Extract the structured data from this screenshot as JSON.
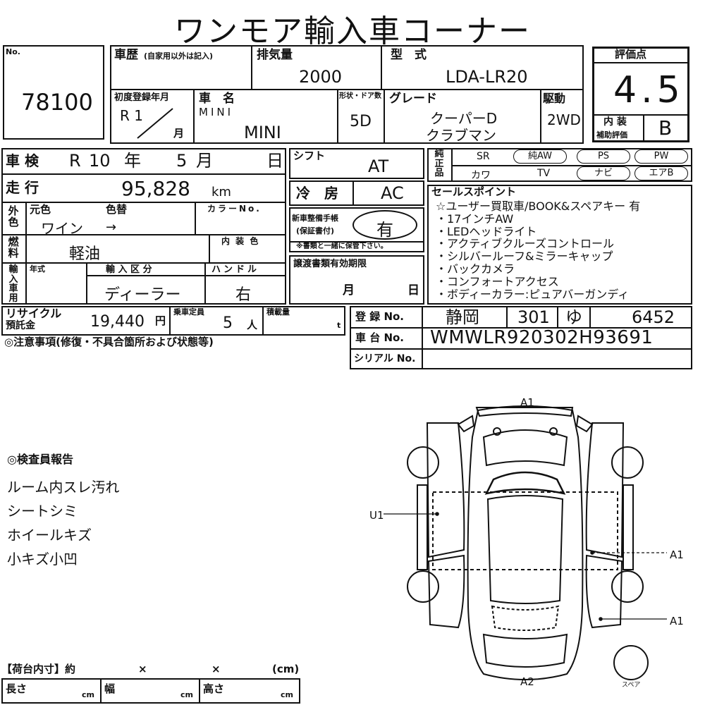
{
  "header": {
    "title": "ワンモア輸入車コーナー"
  },
  "sheet": {
    "no_label": "No.",
    "no_value": "78100",
    "history_label": "車歴",
    "history_note": "(自家用以外は記入)",
    "displacement_label": "排気量",
    "displacement_value": "2000",
    "model_label": "型　式",
    "model_value": "LDA-LR20",
    "first_reg_label": "初度登録年月",
    "first_reg_era": "R 1",
    "first_reg_month_unit": "月",
    "car_name_label": "車　名",
    "car_name_small": "MINI",
    "car_name_value": "MINI",
    "doors_label": "形状・ドア数",
    "doors_value": "5D",
    "grade_label": "グレード",
    "grade_value_1": "クーパーD",
    "grade_value_2": "クラブマン",
    "drive_label": "駆動",
    "drive_value": "2WD",
    "rating_label": "評価点",
    "rating_value": "4.5",
    "interior_label_1": "内 装",
    "interior_label_2": "補助評価",
    "interior_value": "B",
    "inspection_label": "車 検",
    "inspection_era": "R",
    "inspection_year": "10",
    "inspection_year_unit": "年",
    "inspection_month": "5",
    "inspection_month_unit": "月",
    "inspection_day_unit": "日",
    "shift_label": "シフト",
    "shift_value": "AT",
    "mileage_label": "走 行",
    "mileage_value": "95,828",
    "mileage_unit": "km",
    "ac_label": "冷　房",
    "ac_value": "AC",
    "exterior_label": "外色",
    "orig_color_label": "元色",
    "color_change_label": "色替",
    "orig_color_value": "ワイン",
    "arrow": "→",
    "color_no_label": "カラーNo.",
    "manual_label_1": "新車整備手帳",
    "manual_label_2": "(保証書付)",
    "manual_value": "有",
    "manual_note": "※書類と一緒に保管下さい。",
    "fuel_label": "燃料",
    "fuel_value": "軽油",
    "interior_color_label": "内 装 色",
    "import_label": "輸入車用",
    "year_label": "年式",
    "import_type_label": "輸 入 区 分",
    "import_type_value": "ディーラー",
    "handle_label": "ハンドル",
    "handle_value": "右",
    "transfer_label": "譲渡書類有効期限",
    "transfer_month": "月",
    "transfer_day": "日",
    "recycle_label_1": "リサイクル",
    "recycle_label_2": "預託金",
    "recycle_value": "19,440",
    "recycle_unit": "円",
    "capacity_label": "乗車定員",
    "capacity_value": "5",
    "capacity_unit": "人",
    "load_label": "積載量",
    "load_unit": "t",
    "reg_no_label": "登 録 No.",
    "reg_area": "静岡",
    "reg_class": "301",
    "reg_kana": "ゆ",
    "reg_number": "6452",
    "chassis_label": "車 台 No.",
    "chassis_value": "WMWLR920302H93691",
    "serial_label": "シリアル No.",
    "notes_label": "◎注意事項(修復・不具合箇所および状態等)",
    "equipment_label": "純正品",
    "equipment": [
      "SR",
      "純AW",
      "PS",
      "PW",
      "カワ",
      "TV",
      "ナビ",
      "エアB"
    ],
    "sales_title": "セールスポイント",
    "sales_points": [
      "☆ユーザー買取車/BOOK&スペアキー 有",
      "・17インチAW",
      "・LEDヘッドライト",
      "・アクティブクルーズコントロール",
      "・シルバールーフ&ミラーキャップ",
      "・バックカメラ",
      "・コンフォートアクセス",
      "・ボディーカラー:ピュアバーガンディ"
    ],
    "inspector_title": "◎検査員報告",
    "inspector_items": [
      "ルーム内スレ汚れ",
      "シートシミ",
      "ホイールキズ",
      "小キズ小凹"
    ],
    "cargo_label": "【荷台内寸】約",
    "cargo_x1": "×",
    "cargo_x2": "×",
    "cargo_unit": "(cm)",
    "length_label": "長さ",
    "width_label": "幅",
    "height_label": "高さ",
    "cm": "cm"
  },
  "diagram": {
    "mark_a1_top": "A1",
    "mark_u1": "U1",
    "mark_a1_right1": "A1",
    "mark_a1_right2": "A1",
    "mark_a2": "A2",
    "spare": "スペア"
  }
}
